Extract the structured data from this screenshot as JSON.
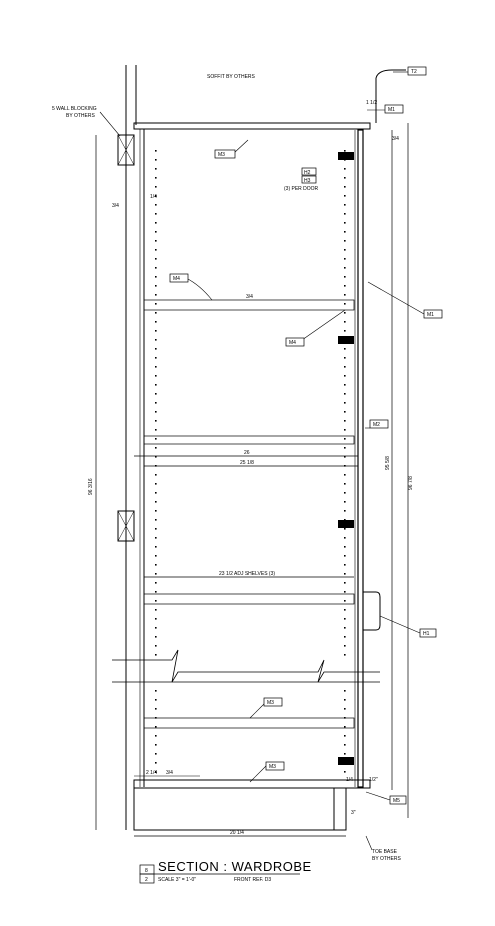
{
  "notes": {
    "soffit": "SOFFIT BY OTHERS",
    "wall_blocking": "5 WALL BLOCKING",
    "wall_blocking_2": "BY OTHERS",
    "per_door": "(3) PER DOOR",
    "toe_base": "TOE BASE",
    "toe_base_2": "BY OTHERS"
  },
  "tags": {
    "t2": "T2",
    "m1_top": "M1",
    "m3_top": "M3",
    "m4_upper": "M4",
    "m4_mid": "M4",
    "m1_right": "M1",
    "m2": "M2",
    "h1": "H1",
    "m3_lower": "M3",
    "m3_bottom": "M3",
    "m5": "M5",
    "h2": "H2",
    "h3": "H3"
  },
  "dims": {
    "d26": "26",
    "d25": "25 1/8",
    "adj_shelf": "23 1/2 ADJ SHELVES (3)",
    "d20": "20 1/4",
    "left_height": "96 3/16",
    "right_height_1": "95 5/8",
    "right_height_2": "96 7/8",
    "small_1": "1 1/2",
    "small_2": "3/4",
    "small_3": "3/4",
    "small_4": "1/4",
    "small_5": "3/4",
    "small_6": "2 1/4",
    "small_7": "3/4",
    "small_8": "3\"",
    "small_9": "1/2\"",
    "small_10": "1/4"
  },
  "title_block": {
    "title": "SECTION : WARDROBE",
    "scale": "SCALE 3\" = 1'-0\"",
    "ref": "FRONT REF. D3",
    "letter": "8",
    "number": "2"
  }
}
